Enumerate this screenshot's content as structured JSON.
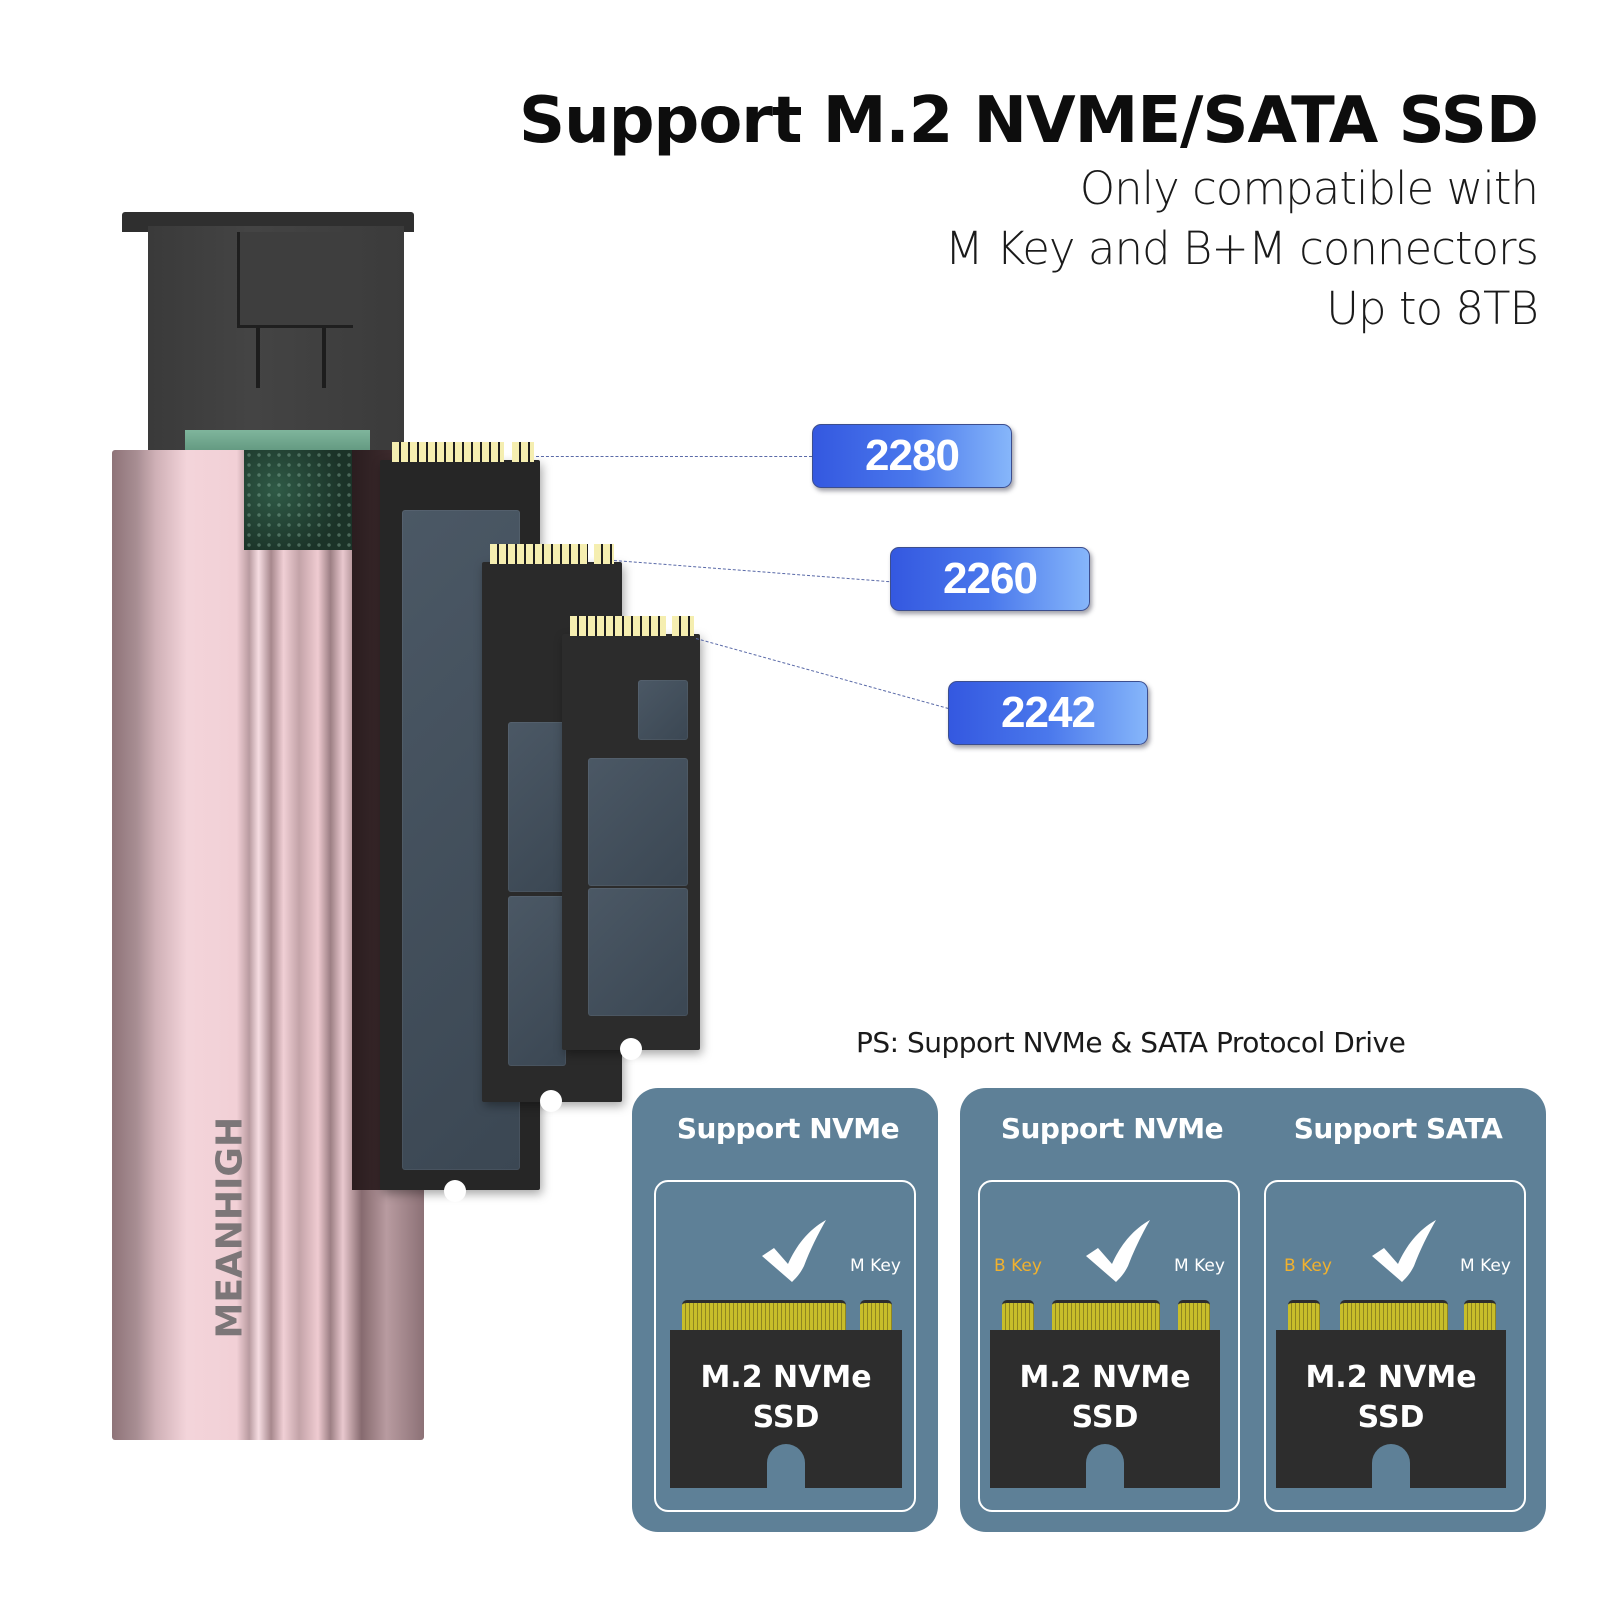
{
  "header": {
    "title": "Support M.2 NVME/SATA SSD",
    "lines": [
      "Only compatible with",
      "M Key and B+M connectors",
      "Up to 8TB"
    ]
  },
  "product": {
    "brand": "MEANHIGH",
    "sizes": [
      {
        "label": "2280"
      },
      {
        "label": "2260"
      },
      {
        "label": "2242"
      }
    ]
  },
  "note": "PS: Support NVMe & SATA Protocol Drive",
  "panels": {
    "titles": [
      "Support NVMe",
      "Support NVMe",
      "Support SATA"
    ],
    "cards": [
      {
        "b_key": "",
        "m_key": "M Key",
        "board_line1": "M.2 NVMe",
        "board_line2": "SSD"
      },
      {
        "b_key": "B Key",
        "m_key": "M Key",
        "board_line1": "M.2 NVMe",
        "board_line2": "SSD"
      },
      {
        "b_key": "B Key",
        "m_key": "M Key",
        "board_line1": "M.2 NVMe",
        "board_line2": "SSD"
      }
    ]
  },
  "colors": {
    "panel": "#5e8097",
    "badge_start": "#3458e0",
    "badge_end": "#86b6fa",
    "b_key": "#f1b12e",
    "contacts": "#c8bd2a",
    "board": "#2d2d2d",
    "enclosure": "#f2d0d6"
  }
}
